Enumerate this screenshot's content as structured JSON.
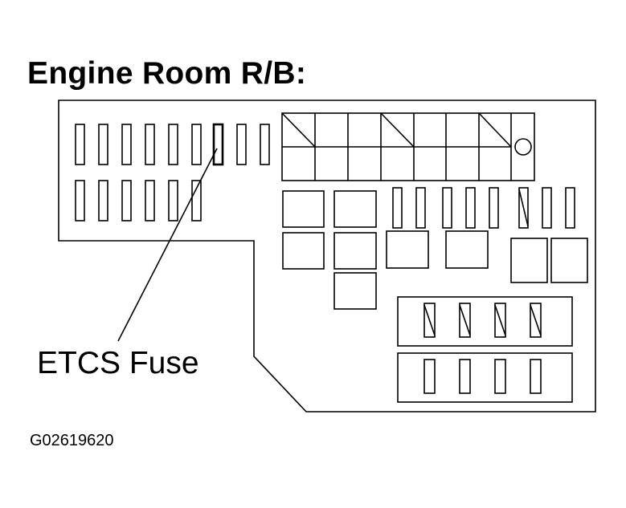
{
  "title": "Engine Room R/B:",
  "callout_label": "ETCS Fuse",
  "figure_id": "G02619620",
  "highlighted_component": "ETCS Fuse"
}
